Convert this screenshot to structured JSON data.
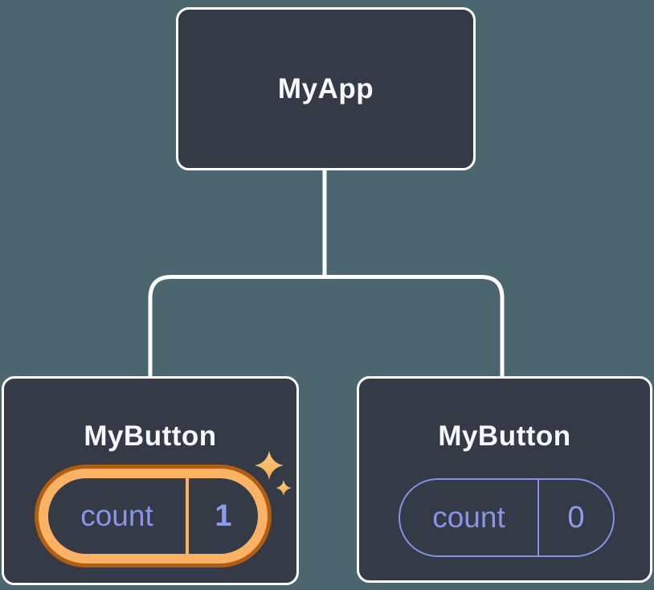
{
  "diagram": {
    "description": "Component tree: root app with two button children holding isolated count state",
    "colors": {
      "background": "#4B666F",
      "node_fill": "#343B47",
      "node_border": "#FFFFFF",
      "connector": "#FFFFFF",
      "state_purple": "#8A94E8",
      "highlight_orange": "#FBB264",
      "highlight_orange_dark": "#B25E11",
      "sparkle_gold": "#F7B159"
    },
    "root": {
      "label": "MyApp"
    },
    "children": [
      {
        "label": "MyButton",
        "highlighted": true,
        "state": {
          "key": "count",
          "value": "1"
        }
      },
      {
        "label": "MyButton",
        "highlighted": false,
        "state": {
          "key": "count",
          "value": "0"
        }
      }
    ]
  }
}
